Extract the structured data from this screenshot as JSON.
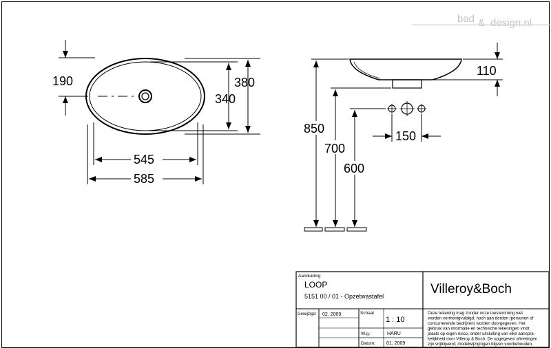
{
  "watermark": {
    "left": "bad",
    "amp": "&",
    "right": "design.nl"
  },
  "dimensions": {
    "top_width_left": "190",
    "overall_depth": "380",
    "inner_depth": "340",
    "inner_length": "545",
    "overall_length": "585",
    "basin_height": "110",
    "mount_height_rim": "850",
    "mount_height_a": "700",
    "mount_height_b": "600",
    "tap_spacing": "150"
  },
  "title_block": {
    "designation_label": "Aanduiding",
    "product_name": "LOOP",
    "product_code": "5151 00 / 01 - Opzetwastafel",
    "brand": "Villeroy&Boch",
    "changed_label": "Gewijzigd:",
    "changed_value": "02. 2009",
    "scale_label": "Schaal",
    "scale_value": "1 : 10",
    "drawn_label": "W.g.:",
    "drawn_value": "HARU",
    "date_label": "Datum:",
    "date_value": "01. 2009",
    "disclaimer_lines": [
      "Deze tekening mag zonder onze toestemming niet",
      "worden vermenigvuldigd, noch aan derden  (personen of",
      "concurrerende bedrijven) worden doorgegeven. Het",
      "gebruik van informatie en technische tekeningen  vindt",
      "plaats op eigen risico, onder uitsluiting van elke aanspra-",
      "kelijkheid door Villeroy & Boch. De opgegeven afmetingen",
      "zijn vrijblijvend; modelwijzigingen blijven voorbehouden."
    ]
  }
}
